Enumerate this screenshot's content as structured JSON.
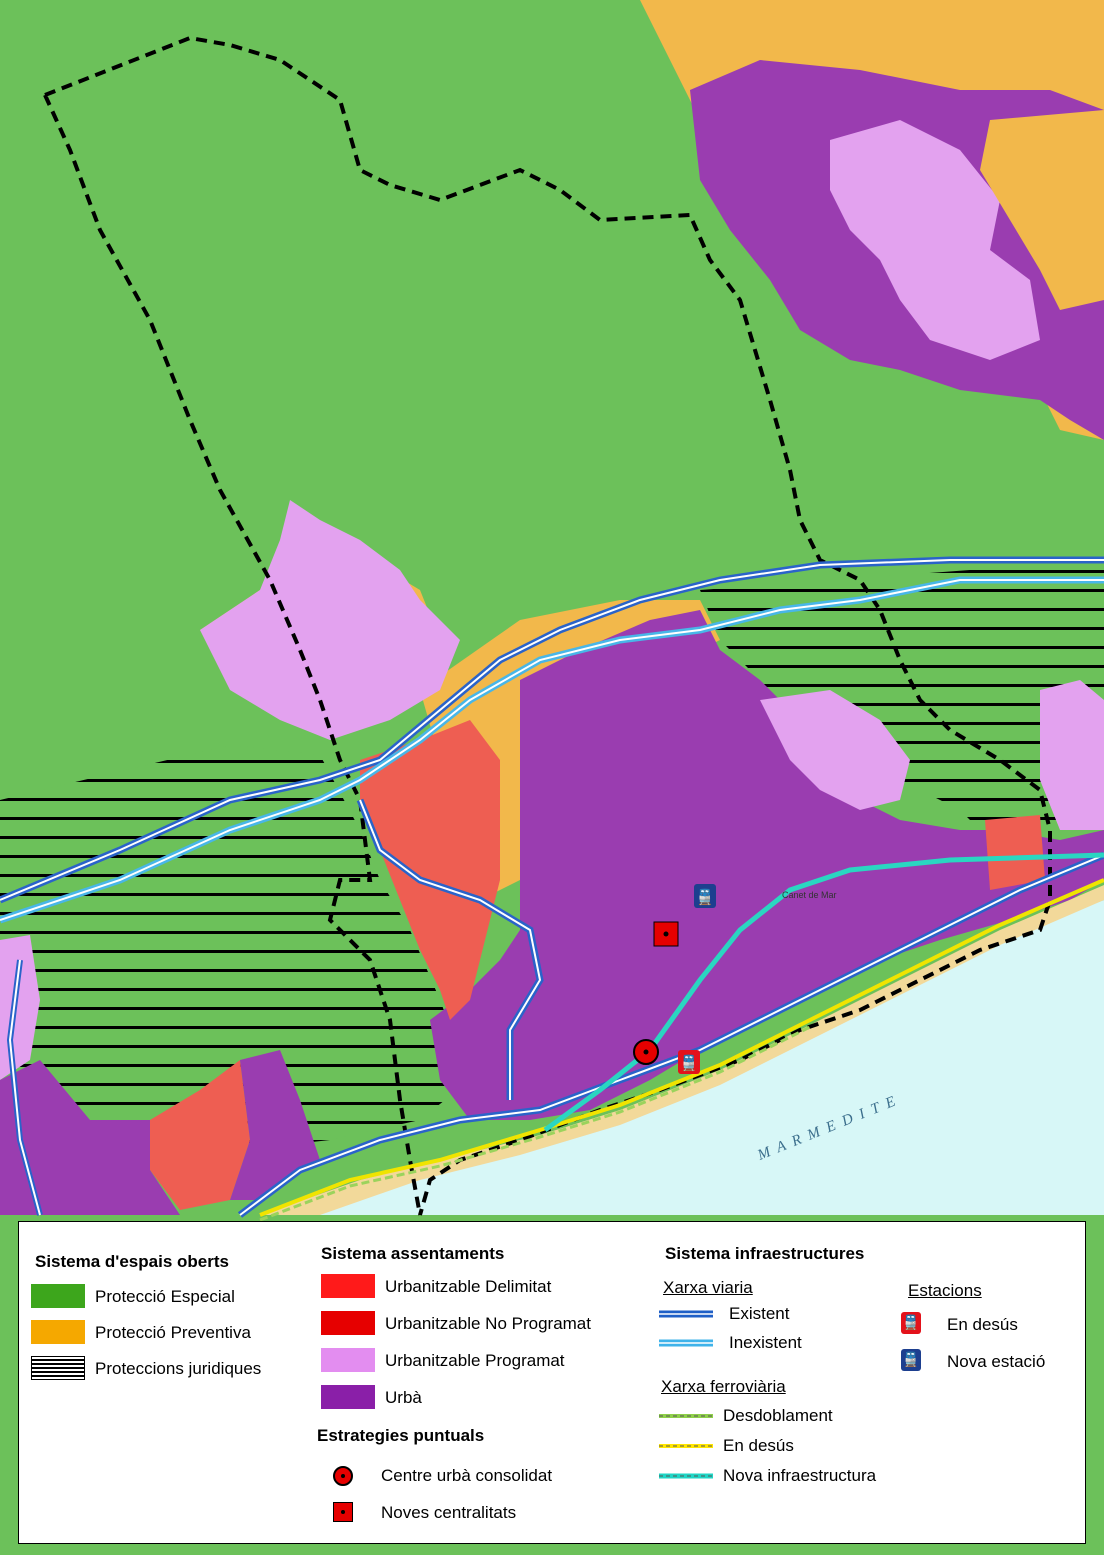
{
  "map": {
    "colors": {
      "protected": "#6cc15a",
      "preventive": "#f2b84b",
      "urbanitzable_programat": "#e3a2ef",
      "urba": "#9a3db0",
      "urbanitzable_delimitat": "#ee5e52",
      "sea": "#d7f7f7",
      "beach": "#f2d99a",
      "road_existent": "#2a63c9",
      "road_inexistent": "#48b6e8",
      "rail_nova": "#2ad6c1",
      "rail_desus": "#f0e400",
      "rail_desdoblament": "#9bd35c"
    },
    "labels": {
      "sea": "MAR MEDITE",
      "town": "Canet de Mar"
    }
  },
  "legend": {
    "open_spaces": {
      "title": "Sistema d'espais oberts",
      "items": [
        {
          "label": "Protecció Especial",
          "color": "#3da61c"
        },
        {
          "label": "Protecció Preventiva",
          "color": "#f5a800"
        },
        {
          "label": "Proteccions juridiques",
          "pattern": "hatch"
        }
      ]
    },
    "settlements": {
      "title": "Sistema assentaments",
      "items": [
        {
          "label": "Urbanitzable Delimitat",
          "color": "#ff1a1a"
        },
        {
          "label": "Urbanitzable No Programat",
          "color": "#e60000"
        },
        {
          "label": "Urbanitzable Programat",
          "color": "#e38df0"
        },
        {
          "label": "Urbà",
          "color": "#8a1fa8"
        }
      ]
    },
    "point_strategies": {
      "title": "Estrategies puntuals",
      "items": [
        {
          "label": "Centre urbà consolidat",
          "symbol": "circle"
        },
        {
          "label": "Noves centralitats",
          "symbol": "square"
        }
      ]
    },
    "infrastructure": {
      "title": "Sistema infraestructures",
      "road_network": {
        "title": "Xarxa viaria",
        "items": [
          {
            "label": "Existent",
            "color": "#1f5fc6"
          },
          {
            "label": "Inexistent",
            "color": "#3fb3ea"
          }
        ]
      },
      "rail_network": {
        "title": "Xarxa ferroviària",
        "items": [
          {
            "label": "Desdoblament",
            "color": "#8fd04a"
          },
          {
            "label": "En desús",
            "color": "#ffe600"
          },
          {
            "label": "Nova infraestructura",
            "color": "#1fd6c6"
          }
        ]
      },
      "stations": {
        "title": "Estacions",
        "items": [
          {
            "label": "En desús",
            "color": "#e3121b",
            "icon": "train-icon"
          },
          {
            "label": "Nova estació",
            "color": "#1d3f8f",
            "icon": "train-icon"
          }
        ]
      }
    }
  }
}
